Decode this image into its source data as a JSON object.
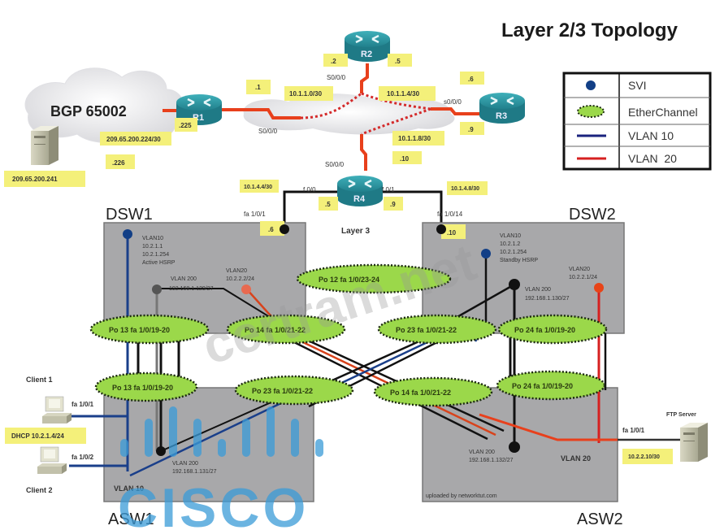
{
  "title": "Layer 2/3 Topology",
  "colors": {
    "svi": "#123f86",
    "etherchannel": "#9bd84a",
    "vlan10": "#1a237e",
    "vlan20": "#d62020",
    "serial": "#e8401c",
    "label_bg": "#f4f07a",
    "cisco_logo": "#3a9bd8",
    "router": "#2a8f9a"
  },
  "legend": [
    {
      "icon": "svi-dot-icon",
      "label": "SVI"
    },
    {
      "icon": "etherchannel-ellipse-icon",
      "label": "EtherChannel"
    },
    {
      "icon": "vlan10-line-icon",
      "label": "VLAN 10"
    },
    {
      "icon": "vlan20-line-icon",
      "label": "VLAN  20"
    }
  ],
  "bgp": {
    "cloud_label": "BGP 65002",
    "link_subnet": "209.65.200.224/30",
    "r1_ip": ".225",
    "isp_ip": ".226",
    "server_ip": "209.65.200.241"
  },
  "routers": {
    "r1": {
      "name": "R1",
      "ip": ".1",
      "intf": "S0/0/0"
    },
    "r2": {
      "name": "R2",
      "ip_left": ".2",
      "ip_right": ".5",
      "intf": "S0/0/0"
    },
    "r3": {
      "name": "R3",
      "ip_top": ".6",
      "ip_bottom": ".9",
      "intf": "s0/0/0"
    },
    "r4": {
      "name": "R4",
      "intf_serial": "S0/0/0",
      "ip_serial": ".10",
      "f00": "f 0/0",
      "f01": "f 0/1",
      "ip_f00": ".5",
      "ip_f01": ".9",
      "layer_label": "Layer 3"
    }
  },
  "wan_subnets": {
    "r1_r2": "10.1.1.0/30",
    "r2_r3": "10.1.1.4/30",
    "r3_r4": "10.1.1.8/30"
  },
  "r4_links": {
    "dsw1_subnet": "10.1.4.4/30",
    "dsw2_subnet": "10.1.4.8/30",
    "dsw1_port": "fa 1/0/1",
    "dsw2_port": "fa 1/0/14",
    "dsw1_ip": ".6",
    "dsw2_ip": ".10"
  },
  "switches": {
    "dsw1": {
      "name": "DSW1",
      "vlan10": [
        "VLAN10",
        "10.2.1.1",
        "10.2.1.254",
        "Active HSRP"
      ],
      "vlan20": [
        "VLAN20",
        "10.2.2.2/24"
      ],
      "vlan200": [
        "VLAN 200",
        "192.168.1.129/27"
      ]
    },
    "dsw2": {
      "name": "DSW2",
      "vlan10": [
        "VLAN10",
        "10.2.1.2",
        "10.2.1.254",
        "Standby HSRP"
      ],
      "vlan20": [
        "VLAN20",
        "10.2.2.1/24"
      ],
      "vlan200": [
        "VLAN 200",
        "192.168.1.130/27"
      ]
    },
    "asw1": {
      "name": "ASW1",
      "vlan200": [
        "VLAN 200",
        "192.168.1.131/27"
      ],
      "vlan10": "VLAN 10"
    },
    "asw2": {
      "name": "ASW2",
      "vlan200": [
        "VLAN 200",
        "192.168.1.132/27"
      ],
      "vlan20": "VLAN 20",
      "watermark": "uploaded by networktut.com"
    }
  },
  "etherchannels": {
    "po12": "Po 12  fa 1/0/23-24",
    "po13_top": "Po 13  fa 1/0/19-20",
    "po14_top": "Po 14  fa 1/0/21-22",
    "po23_top": "Po 23  fa 1/0/21-22",
    "po24_top": "Po 24  fa 1/0/19-20",
    "po13_bottom": "Po 13  fa 1/0/19-20",
    "po23_bottom": "Po 23  fa 1/0/21-22",
    "po14_bottom": "Po 14  fa 1/0/21-22",
    "po24_bottom": "Po 24  fa 1/0/19-20"
  },
  "clients": {
    "client1": "Client 1",
    "client2": "Client 2",
    "client1_port": "fa 1/0/1",
    "client2_port": "fa 1/0/2",
    "dhcp": "DHCP 10.2.1.4/24"
  },
  "ftp": {
    "name": "FTP Server",
    "port": "fa 1/0/1",
    "ip": "10.2.2.10/30"
  },
  "watermarks": {
    "cisco": "CISCO",
    "site": "certram.net"
  }
}
